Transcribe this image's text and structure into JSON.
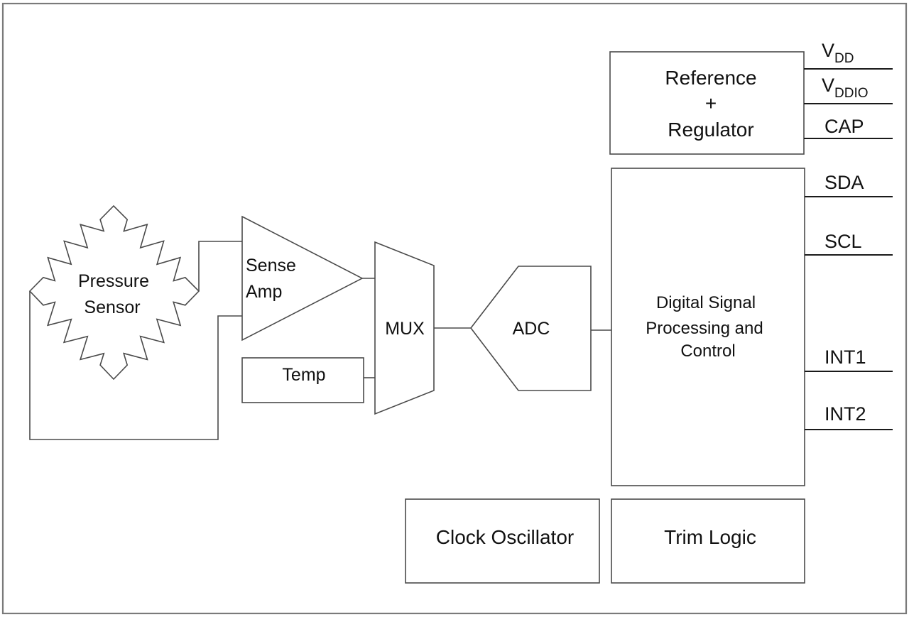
{
  "diagram": {
    "type": "block-diagram",
    "blocks": {
      "pressure_sensor": {
        "lines": [
          "Pressure",
          "Sensor"
        ]
      },
      "sense_amp": {
        "lines": [
          "Sense",
          "Amp"
        ]
      },
      "temp": {
        "label": "Temp"
      },
      "mux": {
        "label": "MUX"
      },
      "adc": {
        "label": "ADC"
      },
      "reference_regulator": {
        "lines": [
          "Reference",
          "+",
          "Regulator"
        ]
      },
      "dsp": {
        "lines": [
          "Digital Signal",
          "Processing and",
          "Control"
        ]
      },
      "clock_oscillator": {
        "label": "Clock Oscillator"
      },
      "trim_logic": {
        "label": "Trim Logic"
      }
    },
    "pins": {
      "vdd": {
        "main": "V",
        "sub": "DD"
      },
      "vddio": {
        "main": "V",
        "sub": "DDIO"
      },
      "cap": {
        "label": "CAP"
      },
      "sda": {
        "label": "SDA"
      },
      "scl": {
        "label": "SCL"
      },
      "int1": {
        "label": "INT1"
      },
      "int2": {
        "label": "INT2"
      }
    },
    "connections": [
      [
        "pressure_sensor",
        "sense_amp"
      ],
      [
        "sense_amp",
        "mux"
      ],
      [
        "temp",
        "mux"
      ],
      [
        "mux",
        "adc"
      ],
      [
        "adc",
        "dsp"
      ],
      [
        "reference_regulator",
        "vdd"
      ],
      [
        "reference_regulator",
        "vddio"
      ],
      [
        "reference_regulator",
        "cap"
      ],
      [
        "dsp",
        "sda"
      ],
      [
        "dsp",
        "scl"
      ],
      [
        "dsp",
        "int1"
      ],
      [
        "dsp",
        "int2"
      ]
    ]
  }
}
